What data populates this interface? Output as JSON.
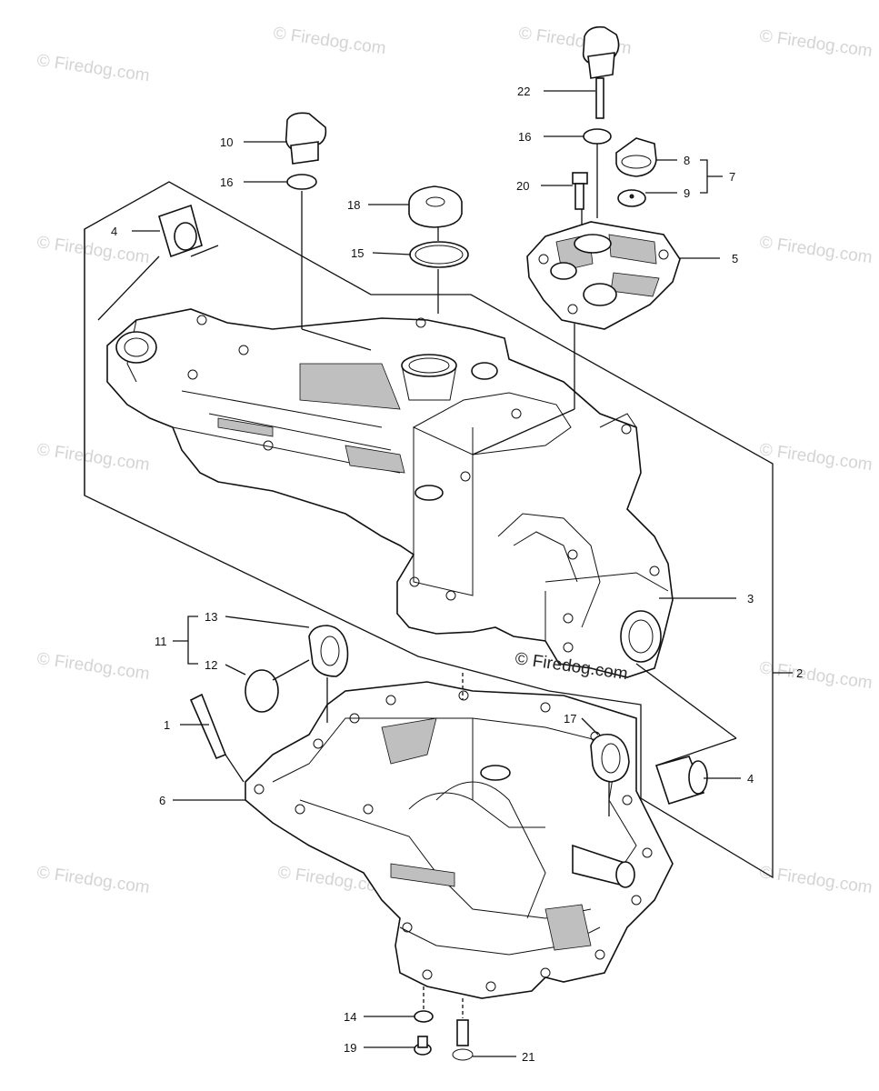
{
  "watermark": "© Firedog.com",
  "watermark_main": "© Firedog.com",
  "callouts": {
    "c1": "1",
    "c2": "2",
    "c3": "3",
    "c4a": "4",
    "c4b": "4",
    "c5": "5",
    "c6": "6",
    "c7": "7",
    "c8": "8",
    "c9": "9",
    "c10": "10",
    "c11": "11",
    "c12": "12",
    "c13": "13",
    "c14": "14",
    "c15": "15",
    "c16a": "16",
    "c16b": "16",
    "c17": "17",
    "c18": "18",
    "c19": "19",
    "c20": "20",
    "c21": "21",
    "c22": "22"
  }
}
